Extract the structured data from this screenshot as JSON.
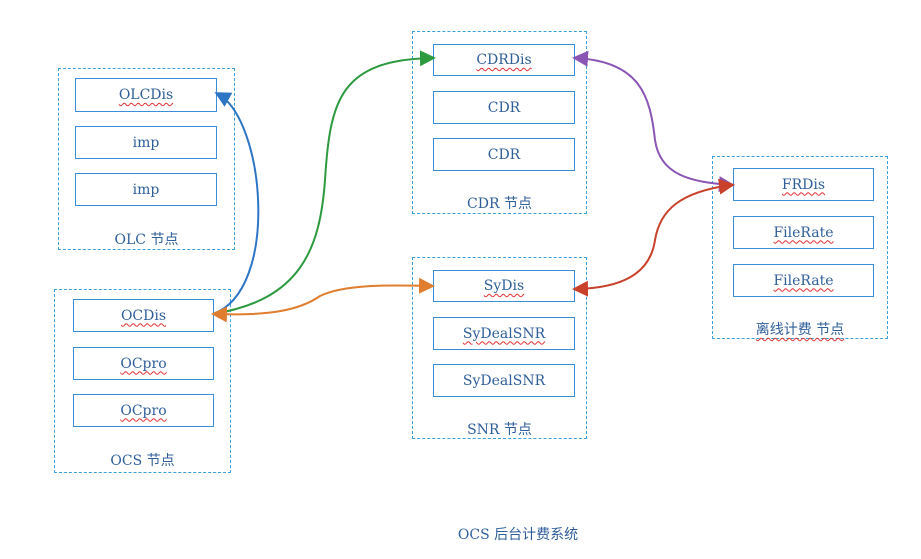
{
  "groups": {
    "olc": {
      "label": "OLC 节点",
      "items": [
        "OLCDis",
        "imp",
        "imp"
      ]
    },
    "ocs": {
      "label": "OCS 节点",
      "items": [
        "OCDis",
        "OCpro",
        "OCpro"
      ]
    },
    "cdr": {
      "label": "CDR 节点",
      "items": [
        "CDRDis",
        "CDR",
        "CDR"
      ]
    },
    "snr": {
      "label": "SNR 节点",
      "items": [
        "SyDis",
        "SyDealSNR",
        "SyDealSNR"
      ]
    },
    "offline": {
      "label": "离线计费 节点",
      "items": [
        "FRDis",
        "FileRate",
        "FileRate"
      ]
    }
  },
  "caption": "OCS 后台计费系统",
  "colors": {
    "border": "#39a0d8",
    "text": "#2f5f99",
    "arrow_olc": "#2e75c6",
    "arrow_cdr": "#2e9a40",
    "arrow_snr": "#e07d2e",
    "arrow_fr_cdr": "#8a55b5",
    "arrow_fr_snr": "#c9412a"
  },
  "connections": [
    {
      "from": "OCDis",
      "to": "OLCDis"
    },
    {
      "from": "OCDis",
      "to": "CDRDis"
    },
    {
      "from": "OCDis",
      "to": "SyDis"
    },
    {
      "from": "FRDis",
      "to": "CDRDis"
    },
    {
      "from": "FRDis",
      "to": "SyDis"
    }
  ]
}
